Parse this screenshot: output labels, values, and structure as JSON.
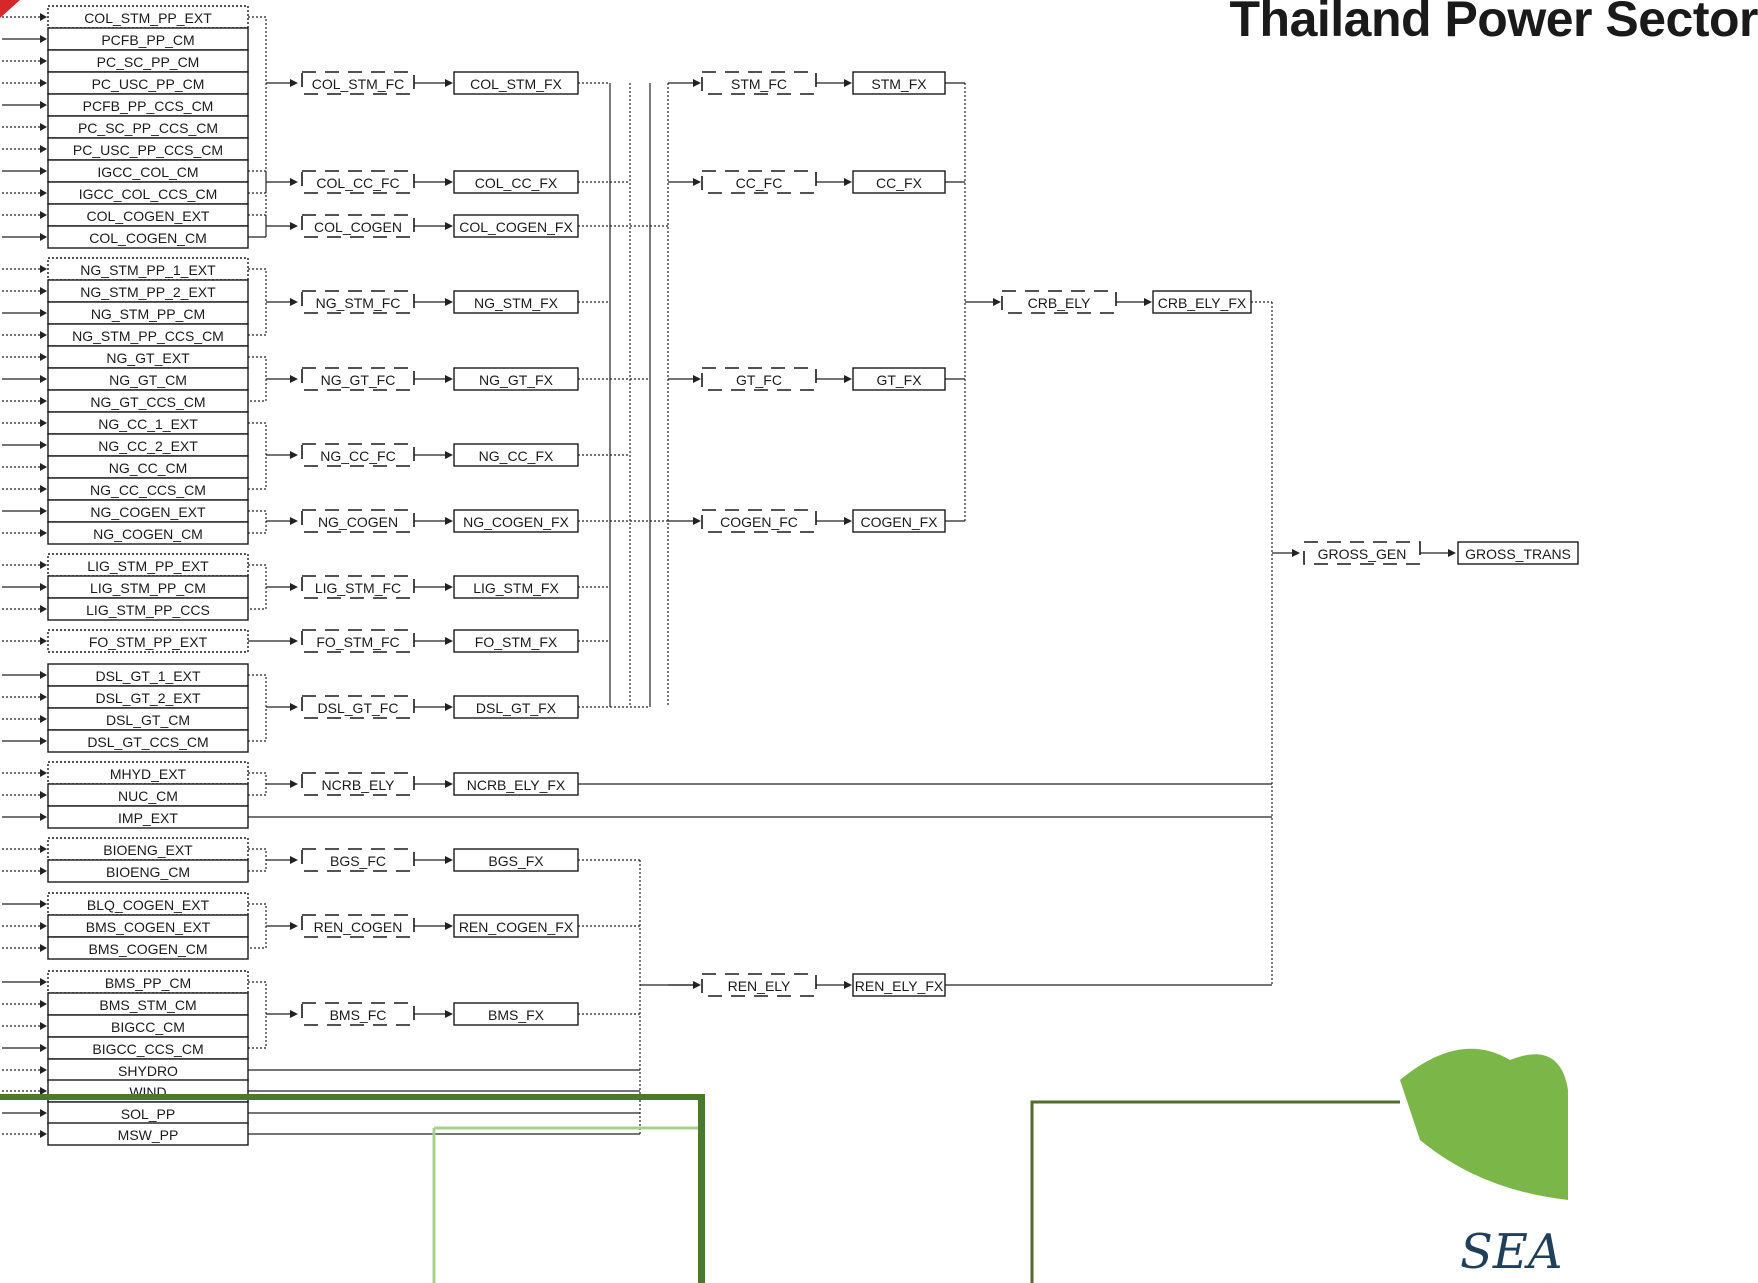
{
  "title": "Thailand Power Sector",
  "process_columns": [
    {
      "id": "col_stm_pp_ext",
      "label": "COL_STM_PP_EXT"
    },
    {
      "id": "pcfb_pp_cm",
      "label": "PCFB_PP_CM"
    },
    {
      "id": "pc_sc_pp_cm",
      "label": "PC_SC_PP_CM"
    },
    {
      "id": "pc_usc_pp_cm",
      "label": "PC_USC_PP_CM"
    },
    {
      "id": "pcfb_pp_ccs_cm",
      "label": "PCFB_PP_CCS_CM"
    },
    {
      "id": "pc_sc_pp_ccs_cm",
      "label": "PC_SC_PP_CCS_CM"
    },
    {
      "id": "pc_usc_pp_ccs_cm",
      "label": "PC_USC_PP_CCS_CM"
    },
    {
      "id": "igcc_col_cm",
      "label": "IGCC_COL_CM"
    },
    {
      "id": "igcc_col_ccs_cm",
      "label": "IGCC_COL_CCS_CM"
    },
    {
      "id": "col_cogen_ext",
      "label": "COL_COGEN_EXT"
    },
    {
      "id": "col_cogen_cm",
      "label": "COL_COGEN_CM"
    },
    {
      "id": "ng_stm_pp_1_ext",
      "label": "NG_STM_PP_1_EXT"
    },
    {
      "id": "ng_stm_pp_2_ext",
      "label": "NG_STM_PP_2_EXT"
    },
    {
      "id": "ng_stm_pp_cm",
      "label": "NG_STM_PP_CM"
    },
    {
      "id": "ng_stm_pp_ccs_cm",
      "label": "NG_STM_PP_CCS_CM"
    },
    {
      "id": "ng_gt_ext",
      "label": "NG_GT_EXT"
    },
    {
      "id": "ng_gt_cm",
      "label": "NG_GT_CM"
    },
    {
      "id": "ng_gt_ccs_cm",
      "label": "NG_GT_CCS_CM"
    },
    {
      "id": "ng_cc_1_ext",
      "label": "NG_CC_1_EXT"
    },
    {
      "id": "ng_cc_2_ext",
      "label": "NG_CC_2_EXT"
    },
    {
      "id": "ng_cc_cm",
      "label": "NG_CC_CM"
    },
    {
      "id": "ng_cc_ccs_cm",
      "label": "NG_CC_CCS_CM"
    },
    {
      "id": "ng_cogen_ext",
      "label": "NG_COGEN_EXT"
    },
    {
      "id": "ng_cogen_cm",
      "label": "NG_COGEN_CM"
    },
    {
      "id": "lig_stm_pp_ext",
      "label": "LIG_STM_PP_EXT"
    },
    {
      "id": "lig_stm_pp_cm",
      "label": "LIG_STM_PP_CM"
    },
    {
      "id": "lig_stm_pp_ccs",
      "label": "LIG_STM_PP_CCS"
    },
    {
      "id": "fo_stm_pp_ext",
      "label": "FO_STM_PP_EXT"
    },
    {
      "id": "dsl_gt_1_ext",
      "label": "DSL_GT_1_EXT"
    },
    {
      "id": "dsl_gt_2_ext",
      "label": "DSL_GT_2_EXT"
    },
    {
      "id": "dsl_gt_cm",
      "label": "DSL_GT_CM"
    },
    {
      "id": "dsl_gt_ccs_cm",
      "label": "DSL_GT_CCS_CM"
    },
    {
      "id": "mhyd_ext",
      "label": "MHYD_EXT"
    },
    {
      "id": "nuc_cm",
      "label": "NUC_CM"
    },
    {
      "id": "imp_ext",
      "label": "IMP_EXT"
    },
    {
      "id": "bioeng_ext",
      "label": "BIOENG_EXT"
    },
    {
      "id": "bioeng_cm",
      "label": "BIOENG_CM"
    },
    {
      "id": "blq_cogen_ext",
      "label": "BLQ_COGEN_EXT"
    },
    {
      "id": "bms_cogen_ext",
      "label": "BMS_COGEN_EXT"
    },
    {
      "id": "bms_cogen_cm",
      "label": "BMS_COGEN_CM"
    },
    {
      "id": "bms_pp_cm",
      "label": "BMS_PP_CM"
    },
    {
      "id": "bms_stm_cm",
      "label": "BMS_STM_CM"
    },
    {
      "id": "bigcc_cm",
      "label": "BIGCC_CM"
    },
    {
      "id": "bigcc_ccs_cm",
      "label": "BIGCC_CCS_CM"
    },
    {
      "id": "shydro",
      "label": "SHYDRO"
    },
    {
      "id": "wind",
      "label": "WIND"
    },
    {
      "id": "sol_pp",
      "label": "SOL_PP"
    },
    {
      "id": "msw_pp",
      "label": "MSW_PP"
    }
  ],
  "fuel_commodities": [
    {
      "id": "col_stm_fc",
      "label": "COL_STM_FC"
    },
    {
      "id": "col_cc_fc",
      "label": "COL_CC_FC"
    },
    {
      "id": "col_cogen",
      "label": "COL_COGEN"
    },
    {
      "id": "ng_stm_fc",
      "label": "NG_STM_FC"
    },
    {
      "id": "ng_gt_fc",
      "label": "NG_GT_FC"
    },
    {
      "id": "ng_cc_fc",
      "label": "NG_CC_FC"
    },
    {
      "id": "ng_cogen",
      "label": "NG_COGEN"
    },
    {
      "id": "lig_stm_fc",
      "label": "LIG_STM_FC"
    },
    {
      "id": "fo_stm_fc",
      "label": "FO_STM_FC"
    },
    {
      "id": "dsl_gt_fc",
      "label": "DSL_GT_FC"
    },
    {
      "id": "ncrb_ely",
      "label": "NCRB_ELY"
    },
    {
      "id": "bgs_fc",
      "label": "BGS_FC"
    },
    {
      "id": "ren_cogen",
      "label": "REN_COGEN"
    },
    {
      "id": "bms_fc",
      "label": "BMS_FC"
    }
  ],
  "flow_processes": [
    {
      "id": "col_stm_fx",
      "label": "COL_STM_FX"
    },
    {
      "id": "col_cc_fx",
      "label": "COL_CC_FX"
    },
    {
      "id": "col_cogen_fx",
      "label": "COL_COGEN_FX"
    },
    {
      "id": "ng_stm_fx",
      "label": "NG_STM_FX"
    },
    {
      "id": "ng_gt_fx",
      "label": "NG_GT_FX"
    },
    {
      "id": "ng_cc_fx",
      "label": "NG_CC_FX"
    },
    {
      "id": "ng_cogen_fx",
      "label": "NG_COGEN_FX"
    },
    {
      "id": "lig_stm_fx",
      "label": "LIG_STM_FX"
    },
    {
      "id": "fo_stm_fx",
      "label": "FO_STM_FX"
    },
    {
      "id": "dsl_gt_fx",
      "label": "DSL_GT_FX"
    },
    {
      "id": "ncrb_ely_fx",
      "label": "NCRB_ELY_FX"
    },
    {
      "id": "bgs_fx",
      "label": "BGS_FX"
    },
    {
      "id": "ren_cogen_fx",
      "label": "REN_COGEN_FX"
    },
    {
      "id": "bms_fx",
      "label": "BMS_FX"
    }
  ],
  "aggregate_commodities": [
    {
      "id": "stm_fc",
      "label": "STM_FC"
    },
    {
      "id": "cc_fc",
      "label": "CC_FC"
    },
    {
      "id": "gt_fc",
      "label": "GT_FC"
    },
    {
      "id": "cogen_fc",
      "label": "COGEN_FC"
    },
    {
      "id": "ren_ely",
      "label": "REN_ELY"
    }
  ],
  "aggregate_processes": [
    {
      "id": "stm_fx",
      "label": "STM_FX"
    },
    {
      "id": "cc_fx",
      "label": "CC_FX"
    },
    {
      "id": "gt_fx",
      "label": "GT_FX"
    },
    {
      "id": "cogen_fx",
      "label": "COGEN_FX"
    },
    {
      "id": "ren_ely_fx",
      "label": "REN_ELY_FX"
    }
  ],
  "carbon_electricity": {
    "commodity": "CRB_ELY",
    "process": "CRB_ELY_FX"
  },
  "gross": {
    "commodity": "GROSS_GEN",
    "process": "GROSS_TRANS"
  },
  "logo_text": "SEA"
}
